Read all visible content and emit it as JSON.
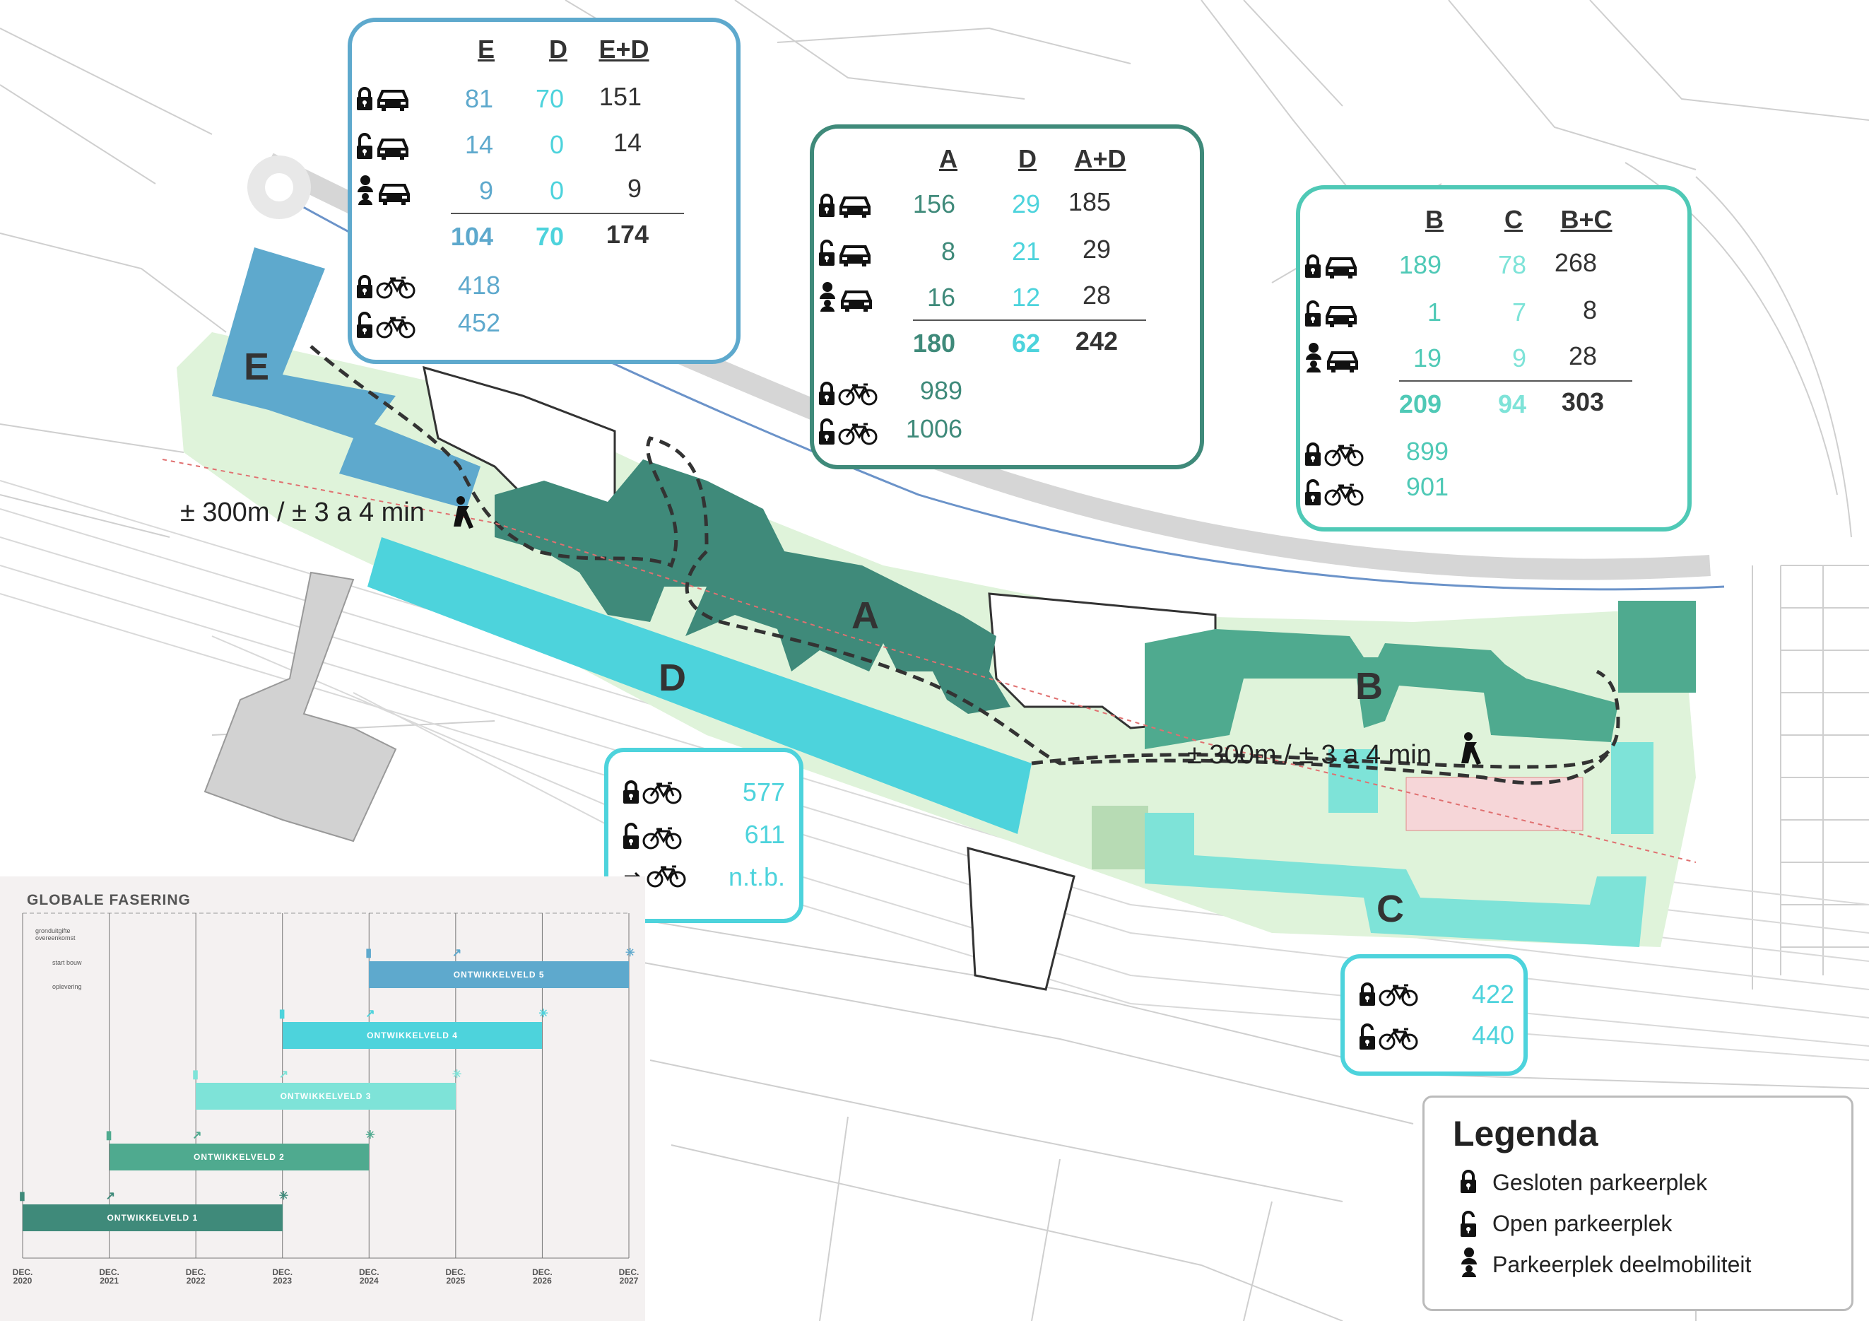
{
  "colors": {
    "blue": "#5ea9cd",
    "green_dark": "#3f8a7a",
    "teal": "#4fc9b6",
    "cyan": "#4dd3dc",
    "mint": "#7ee3d8",
    "park_green": "#dff3da"
  },
  "map": {
    "building_labels": [
      "E",
      "A",
      "D",
      "B",
      "C"
    ],
    "walk_distance_left": "± 300m / ± 3 a  4 min",
    "walk_distance_right": "± 300m / ± 3 a  4 min"
  },
  "box_ED": {
    "headers": [
      "E",
      "D",
      "E+D"
    ],
    "rows": [
      {
        "icon": "lock-car",
        "values": [
          "81",
          "70",
          "151"
        ]
      },
      {
        "icon": "open-lock-car",
        "values": [
          "14",
          "0",
          "14"
        ]
      },
      {
        "icon": "person-car",
        "values": [
          "9",
          "0",
          "9"
        ]
      }
    ],
    "totals": [
      "104",
      "70",
      "174"
    ],
    "bikes": [
      {
        "icon": "lock-bike",
        "value": "418"
      },
      {
        "icon": "open-lock-bike",
        "value": "452"
      }
    ]
  },
  "box_AD": {
    "headers": [
      "A",
      "D",
      "A+D"
    ],
    "rows": [
      {
        "icon": "lock-car",
        "values": [
          "156",
          "29",
          "185"
        ]
      },
      {
        "icon": "open-lock-car",
        "values": [
          "8",
          "21",
          "29"
        ]
      },
      {
        "icon": "person-car",
        "values": [
          "16",
          "12",
          "28"
        ]
      }
    ],
    "totals": [
      "180",
      "62",
      "242"
    ],
    "bikes": [
      {
        "icon": "lock-bike",
        "value": "989"
      },
      {
        "icon": "open-lock-bike",
        "value": "1006"
      }
    ]
  },
  "box_BC": {
    "headers": [
      "B",
      "C",
      "B+C"
    ],
    "rows": [
      {
        "icon": "lock-car",
        "values": [
          "189",
          "78",
          "268"
        ]
      },
      {
        "icon": "open-lock-car",
        "values": [
          "1",
          "7",
          "8"
        ]
      },
      {
        "icon": "person-car",
        "values": [
          "19",
          "9",
          "28"
        ]
      }
    ],
    "totals": [
      "209",
      "94",
      "303"
    ],
    "bikes": [
      {
        "icon": "lock-bike",
        "value": "899"
      },
      {
        "icon": "open-lock-bike",
        "value": "901"
      }
    ]
  },
  "box_D": {
    "bikes": [
      {
        "icon": "lock-bike",
        "value": "577"
      },
      {
        "icon": "open-lock-bike",
        "value": "611"
      },
      {
        "icon": "shared-bike",
        "value": "n.t.b."
      }
    ]
  },
  "box_C": {
    "bikes": [
      {
        "icon": "lock-bike",
        "value": "422"
      },
      {
        "icon": "open-lock-bike",
        "value": "440"
      }
    ]
  },
  "legend": {
    "title": "Legenda",
    "items": [
      {
        "icon": "lock-icon",
        "label": "Gesloten parkeerplek"
      },
      {
        "icon": "open-lock-icon",
        "label": "Open parkeerplek"
      },
      {
        "icon": "person-icon",
        "label": "Parkeerplek deelmobiliteit"
      }
    ]
  },
  "phasing": {
    "title": "GLOBALE FASERING",
    "legend": [
      {
        "icon": "document-icon",
        "label": "gronduitgifte overeenkomst"
      },
      {
        "icon": "hammer-icon",
        "label": "start bouw"
      },
      {
        "icon": "asterisk-icon",
        "label": "oplevering"
      }
    ],
    "ticks": [
      {
        "line1": "DEC.",
        "line2": "2020"
      },
      {
        "line1": "DEC.",
        "line2": "2021"
      },
      {
        "line1": "DEC.",
        "line2": "2022"
      },
      {
        "line1": "DEC.",
        "line2": "2023"
      },
      {
        "line1": "DEC.",
        "line2": "2024"
      },
      {
        "line1": "DEC.",
        "line2": "2025"
      },
      {
        "line1": "DEC.",
        "line2": "2026"
      },
      {
        "line1": "DEC.",
        "line2": "2027"
      }
    ],
    "bars": [
      {
        "label": "ONTWIKKELVELD 5",
        "start": 2024,
        "build": 2025,
        "end": 2027,
        "color": "#5ea9cd"
      },
      {
        "label": "ONTWIKKELVELD 4",
        "start": 2023,
        "build": 2024,
        "end": 2026,
        "color": "#4dd3dc"
      },
      {
        "label": "ONTWIKKELVELD 3",
        "start": 2022,
        "build": 2023,
        "end": 2025,
        "color": "#7ee3d8"
      },
      {
        "label": "ONTWIKKELVELD 2",
        "start": 2021,
        "build": 2022,
        "end": 2024,
        "color": "#4faa8f"
      },
      {
        "label": "ONTWIKKELVELD 1",
        "start": 2020,
        "build": 2021,
        "end": 2023,
        "color": "#3f8a7a"
      }
    ]
  }
}
